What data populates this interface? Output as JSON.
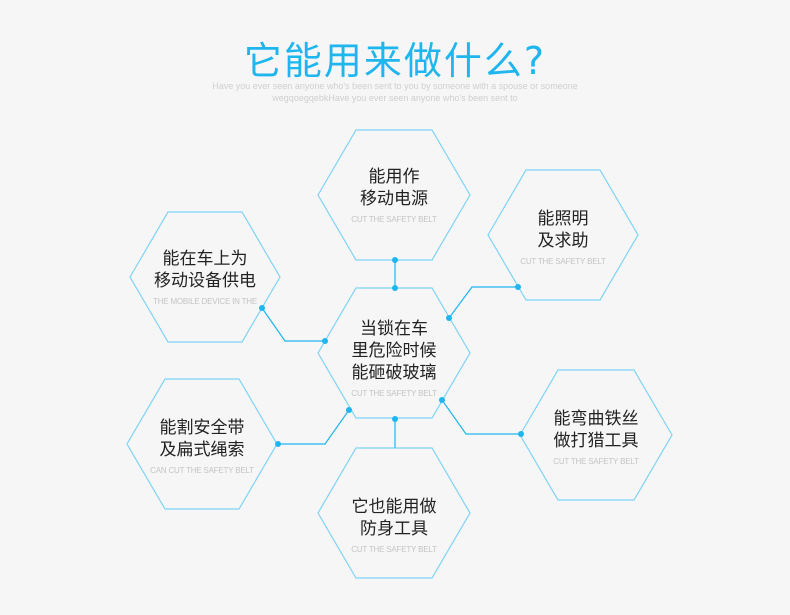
{
  "header": {
    "title": "它能用来做什么?",
    "subtitle_line1": "Have you ever seen anyone who's been sent to you by someone with a spouse or someone",
    "subtitle_line2": "wegqoegqebkHave you ever seen anyone who's been sent to"
  },
  "colors": {
    "accent": "#1fb6ef",
    "hex_stroke": "#7fd3f5",
    "text": "#222222",
    "subtext": "#c4c4c4"
  },
  "nodes": {
    "center": {
      "line1": "当锁在车",
      "line2": "里危险时候",
      "line3": "能砸破玻璃",
      "sub": "CUT THE SAFETY BELT"
    },
    "top": {
      "line1": "能用作",
      "line2": "移动电源",
      "sub": "CUT THE SAFETY BELT"
    },
    "top_right": {
      "line1": "能照明",
      "line2": "及求助",
      "sub": "CUT THE SAFETY BELT"
    },
    "left": {
      "line1": "能在车上为",
      "line2": "移动设备供电",
      "sub": "THE MOBILE DEVICE IN THE"
    },
    "bottom_left": {
      "line1": "能割安全带",
      "line2": "及扁式绳索",
      "sub": "CAN CUT THE SAFETY BELT"
    },
    "right": {
      "line1": "能弯曲铁丝",
      "line2": "做打猎工具",
      "sub": "CUT THE SAFETY BELT"
    },
    "bottom": {
      "line1": "它也能用做",
      "line2": "防身工具",
      "sub": "CUT THE SAFETY BELT"
    }
  }
}
